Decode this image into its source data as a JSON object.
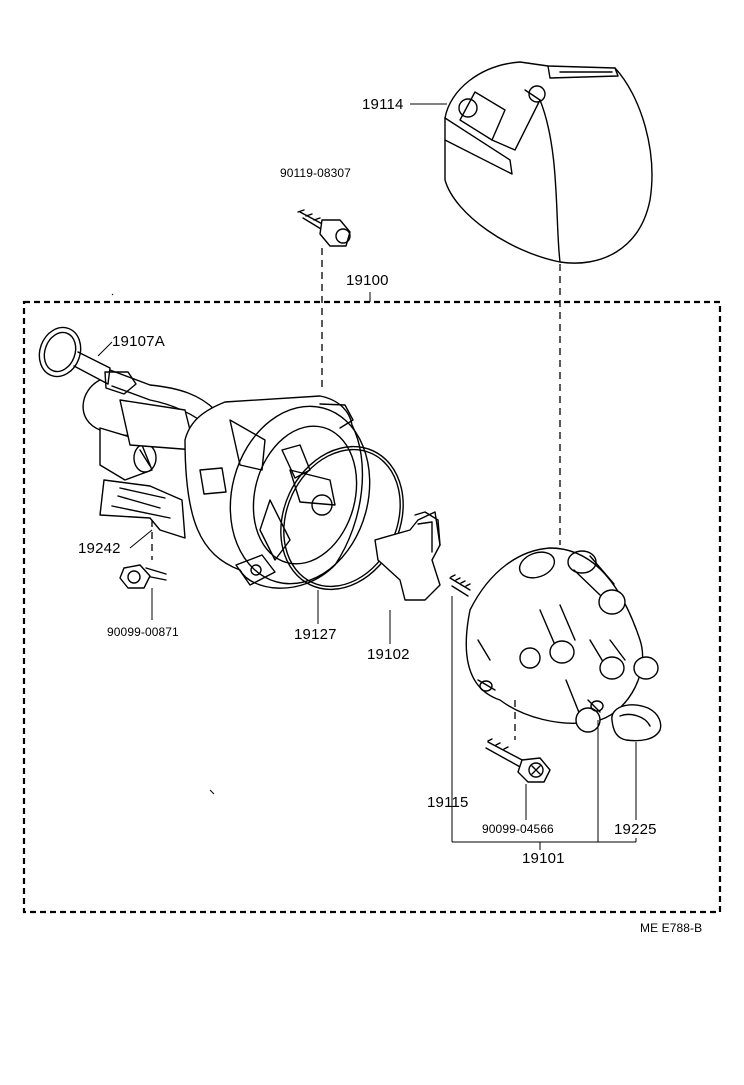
{
  "diagram_code": "ME  E788-B",
  "parts": {
    "cap_cover": "19114",
    "bolt_top": "90119-08307",
    "distributor_assy": "19100",
    "oring": "19107A",
    "clamp": "19242",
    "clamp_bolt": "90099-00871",
    "gasket": "19127",
    "rotor": "19102",
    "carbon": "19115",
    "cap_bolt": "90099-04566",
    "cap": "19101",
    "boot": "19225"
  }
}
